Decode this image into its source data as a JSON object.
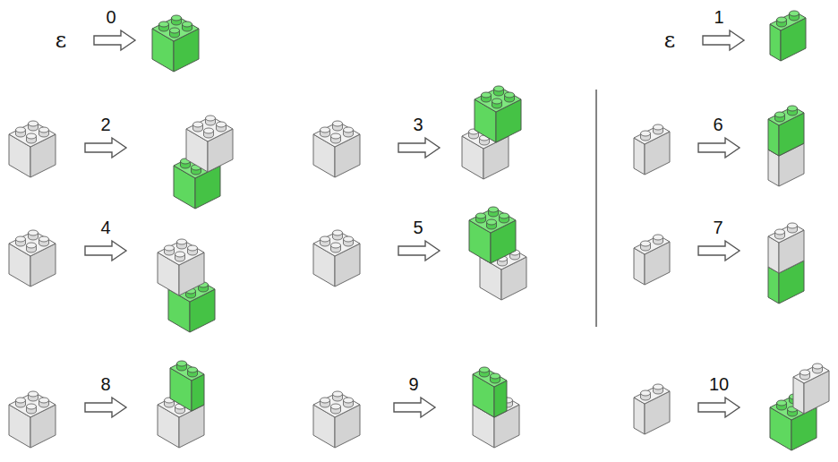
{
  "diagram": {
    "labels": [
      "ε",
      "0",
      "ε",
      "1",
      "2",
      "3",
      "6",
      "4",
      "5",
      "7",
      "8",
      "9",
      "10"
    ]
  }
}
